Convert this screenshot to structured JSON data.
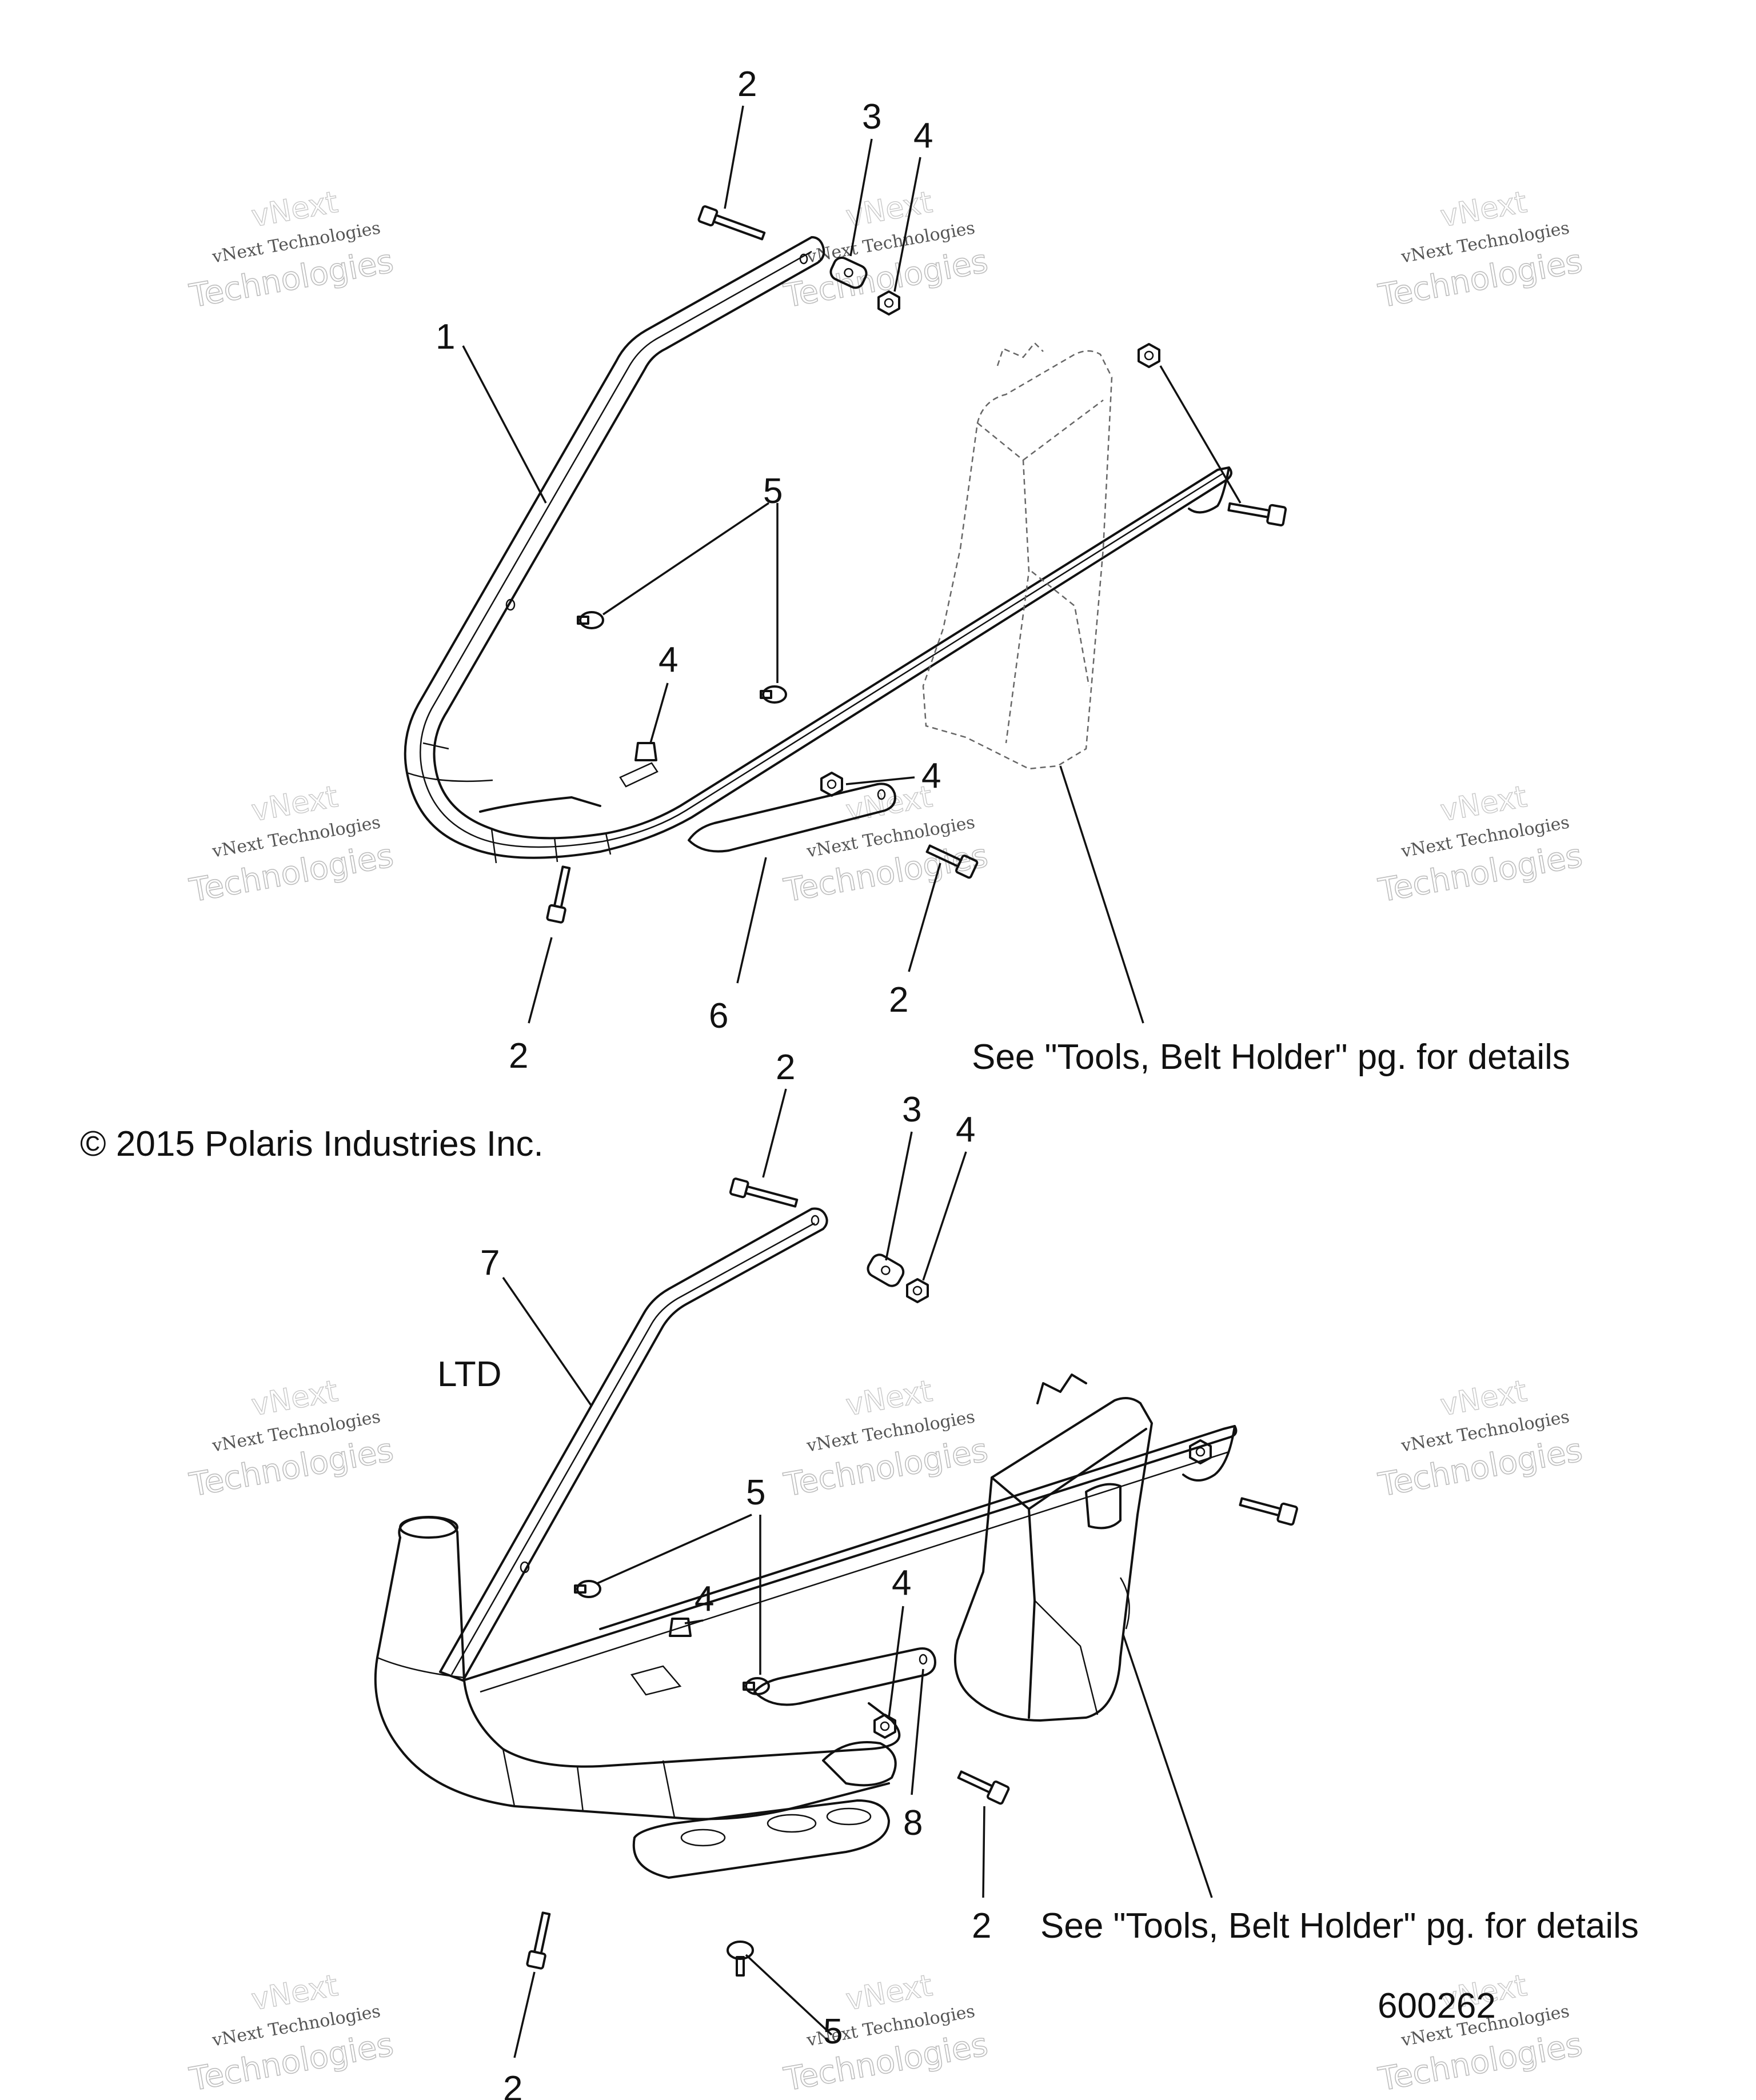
{
  "callouts": {
    "top": [
      "2",
      "3",
      "4",
      "1",
      "5",
      "4",
      "4",
      "2",
      "6",
      "2"
    ],
    "bottom": [
      "2",
      "3",
      "4",
      "7",
      "5",
      "4",
      "4",
      "8",
      "2",
      "2",
      "5"
    ]
  },
  "notes": {
    "belt_holder_top": "See \"Tools, Belt Holder\" pg. for details",
    "belt_holder_bottom": "See \"Tools, Belt Holder\" pg. for details",
    "copyright": "© 2015 Polaris Industries Inc.",
    "variant_label": "LTD",
    "diagram_number": "600262"
  },
  "watermark": {
    "line0": "vNext",
    "line1": "vNext Technologies",
    "line2": "Technologies"
  }
}
